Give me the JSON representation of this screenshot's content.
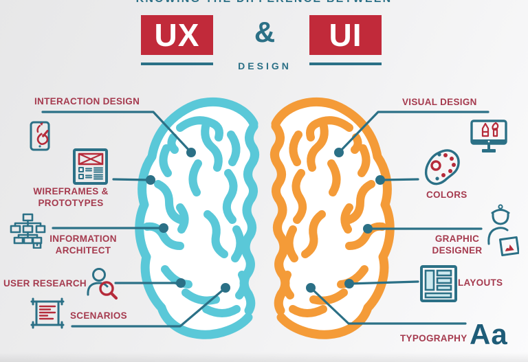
{
  "header": {
    "cropped_title": "KNOWING THE DIFFERENCE BETWEEN",
    "ux_label": "UX",
    "ampersand": "&",
    "ui_label": "UI",
    "design_label": "DESIGN"
  },
  "ux_side": {
    "interaction_design": "INTERACTION DESIGN",
    "wireframes_line1": "WIREFRAMES &",
    "wireframes_line2": "PROTOTYPES",
    "information_line1": "INFORMATION",
    "information_line2": "ARCHITECT",
    "user_research": "USER RESEARCH",
    "scenarios": "SCENARIOS"
  },
  "ui_side": {
    "visual_design": "VISUAL DESIGN",
    "colors_label": "COLORS",
    "graphic_designer_line1": "GRAPHIC",
    "graphic_designer_line2": "DESIGNER",
    "layouts": "LAYOUTS",
    "typography": "TYPOGRAPHY",
    "typography_sample": "Aa"
  },
  "icons": {
    "ux": [
      "tablet-touch-icon",
      "wireframe-document-icon",
      "sitemap-icon",
      "user-search-icon",
      "scroll-icon"
    ],
    "ui": [
      "design-monitor-icon",
      "palette-icon",
      "graphic-designer-icon",
      "layout-grid-icon",
      "typography-sample-text"
    ]
  },
  "colors": {
    "red_box": "#c12a3a",
    "label_red": "#a53a4e",
    "icon_red": "#b52b3a",
    "teal_dark": "#2b7086",
    "brain_left": "#5ac8d8",
    "brain_right": "#f49b38",
    "typography_aa": "#1e5c78",
    "background": "#efeff0"
  }
}
